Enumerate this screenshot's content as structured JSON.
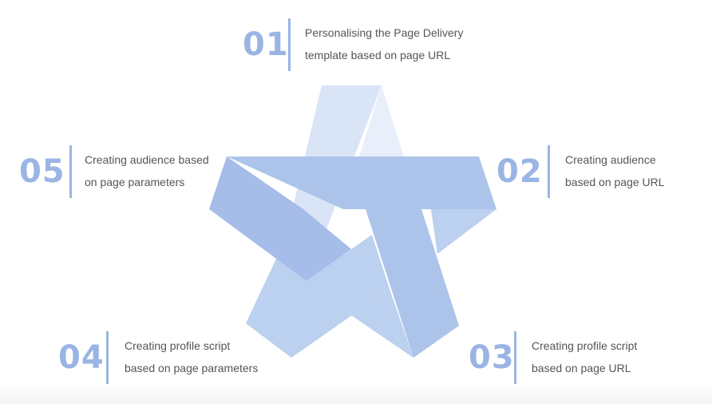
{
  "colors": {
    "accent": "#9ab5e3",
    "text": "#555555",
    "band_light": "#d9e4f6",
    "band_pale": "#e8effa",
    "band_mid": "#adc4ea",
    "band_dark": "#a5bde8",
    "band_soft": "#bcd0ef"
  },
  "steps": [
    {
      "number": "01",
      "lines": [
        "Personalising the Page Delivery",
        "template based on page URL"
      ]
    },
    {
      "number": "02",
      "lines": [
        "Creating audience",
        "based on page URL"
      ]
    },
    {
      "number": "03",
      "lines": [
        "Creating profile script",
        "based on page URL"
      ]
    },
    {
      "number": "04",
      "lines": [
        "Creating profile script",
        "based on page parameters"
      ]
    },
    {
      "number": "05",
      "lines": [
        "Creating audience based",
        "on page parameters"
      ]
    }
  ]
}
